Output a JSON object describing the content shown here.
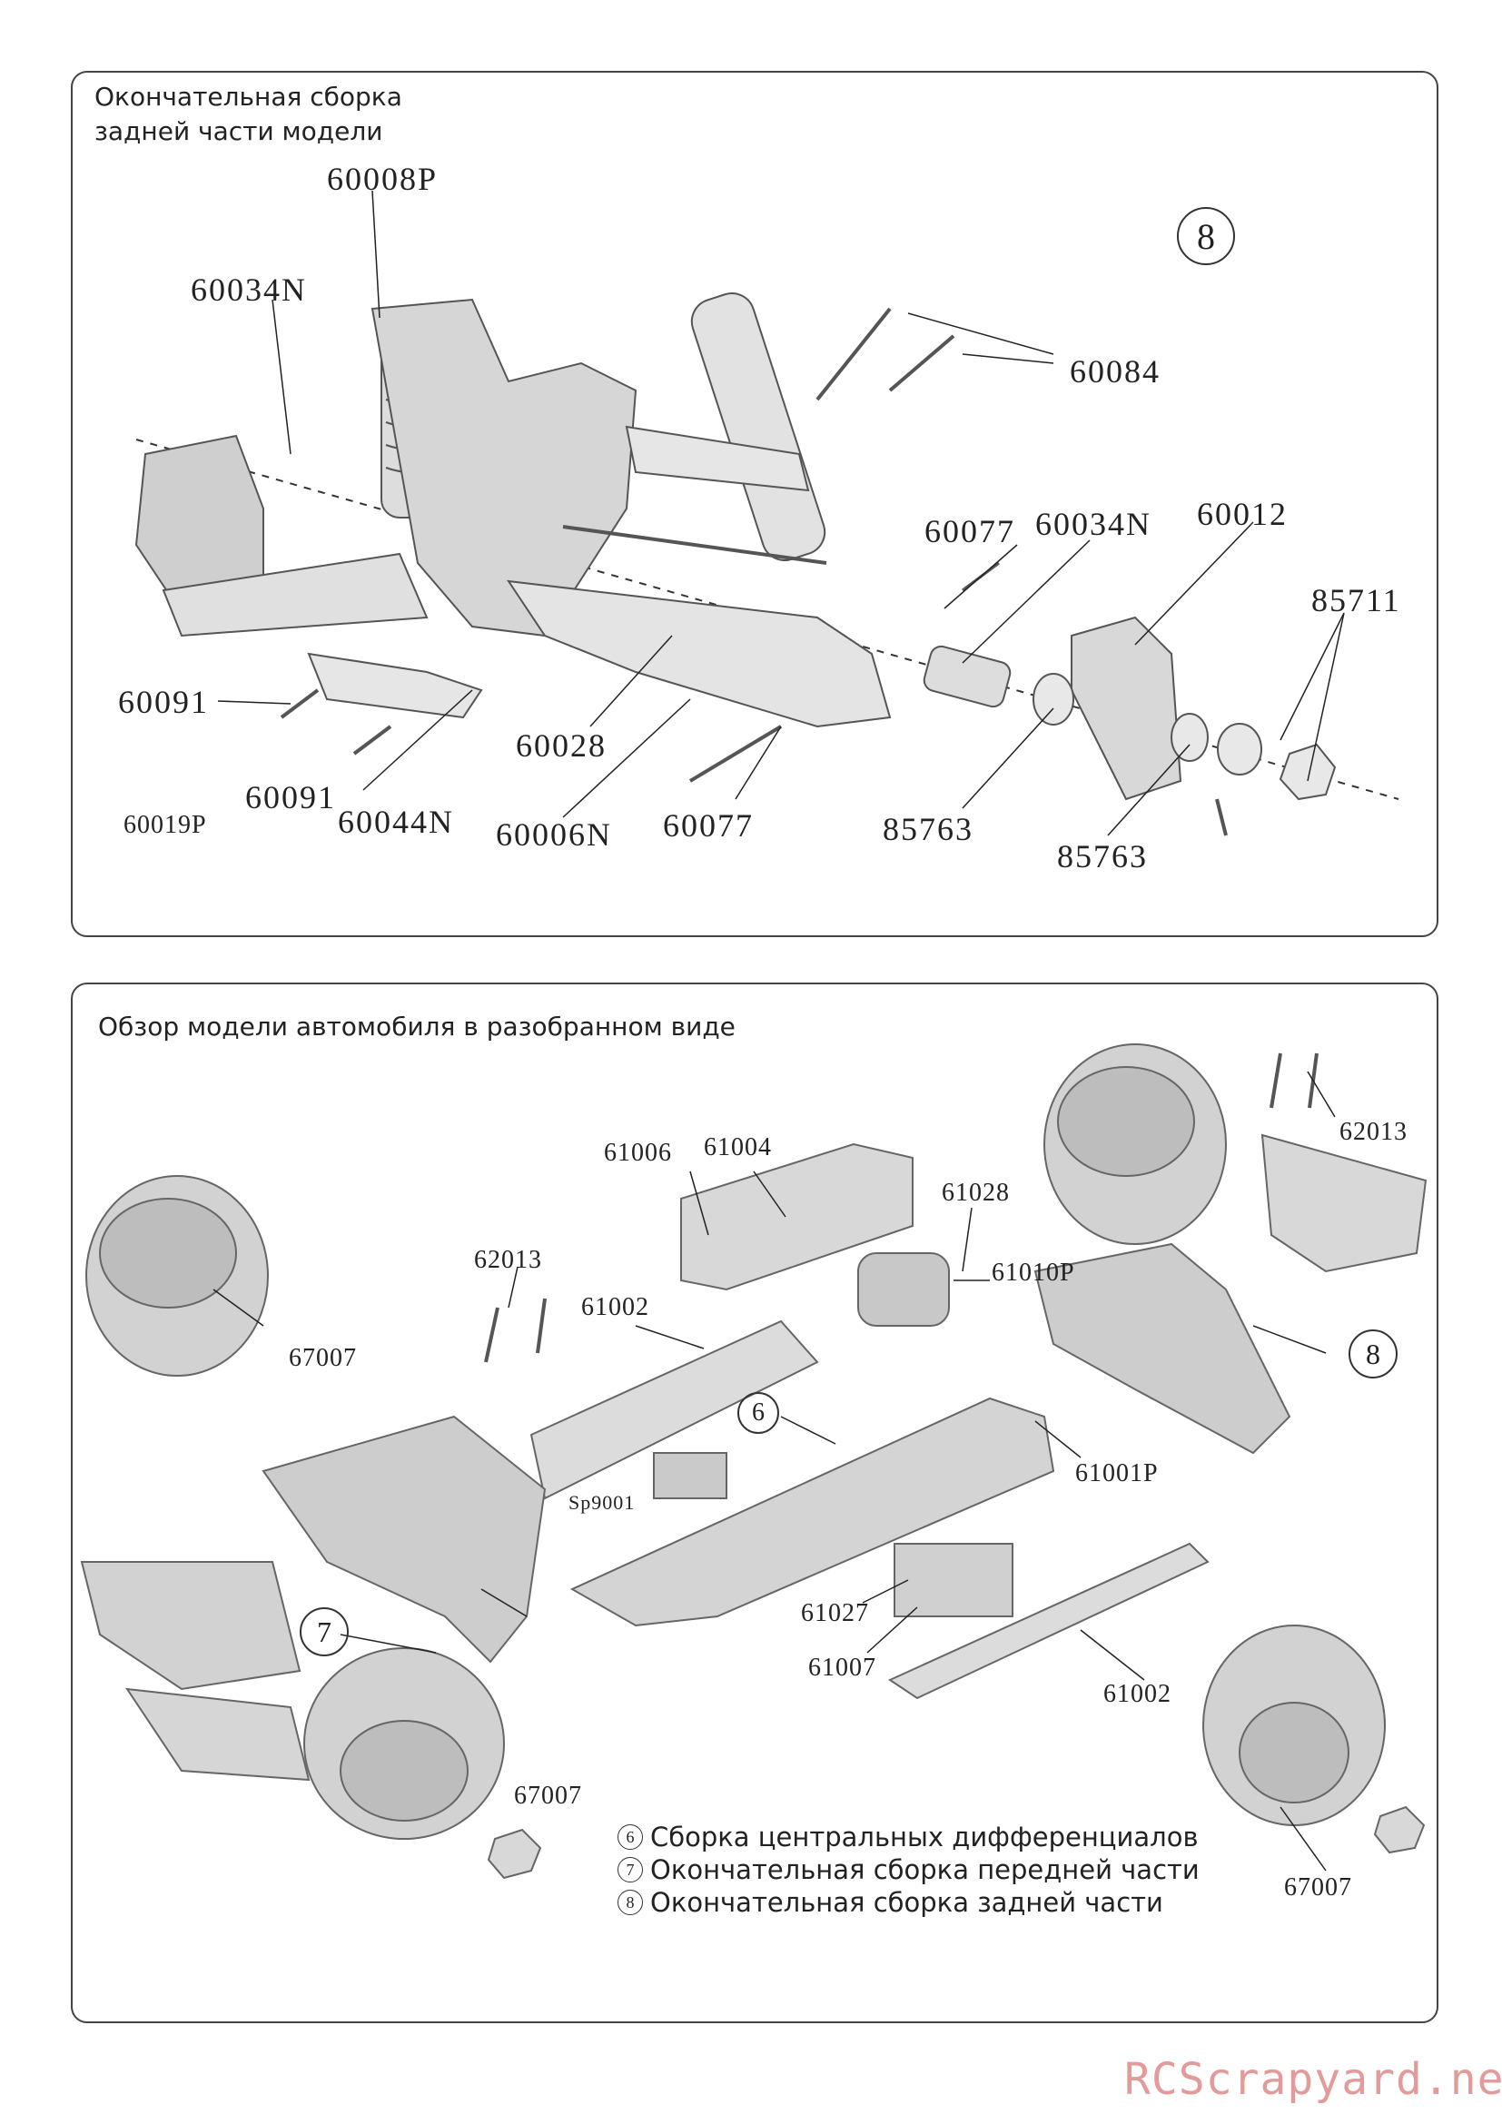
{
  "panel_top": {
    "title": "Окончательная сборка\nзадней части модели",
    "step_number": "8",
    "parts": {
      "p60008P": "60008P",
      "p60034N_a": "60034N",
      "p60084": "60084",
      "p60077_a": "60077",
      "p60034N_b": "60034N",
      "p60012": "60012",
      "p85711": "85711",
      "p60091_a": "60091",
      "p60028": "60028",
      "p60091_b": "60091",
      "p60019P": "60019P",
      "p60044N": "60044N",
      "p60006N": "60006N",
      "p60077_b": "60077",
      "p85763_a": "85763",
      "p85763_b": "85763"
    }
  },
  "panel_bottom": {
    "title": "Обзор модели автомобиля в разобранном виде",
    "parts": {
      "p61006": "61006",
      "p61004": "61004",
      "p61028": "61028",
      "p61010P": "61010P",
      "p62013_a": "62013",
      "p62013_b": "62013",
      "p61002_a": "61002",
      "p67007_a": "67007",
      "p61001P": "61001P",
      "pSp9001": "Sp9001",
      "p61027": "61027",
      "p61007": "61007",
      "p61002_b": "61002",
      "p67007_b": "67007",
      "p67007_c": "67007"
    },
    "callouts": {
      "c6": "6",
      "c7": "7",
      "c8": "8"
    },
    "legend": [
      {
        "num": "6",
        "text": "Сборка центральных дифференциалов"
      },
      {
        "num": "7",
        "text": "Окончательная сборка передней части"
      },
      {
        "num": "8",
        "text": "Окончательная сборка задней части"
      }
    ]
  },
  "watermark": "RCScrapyard.net"
}
